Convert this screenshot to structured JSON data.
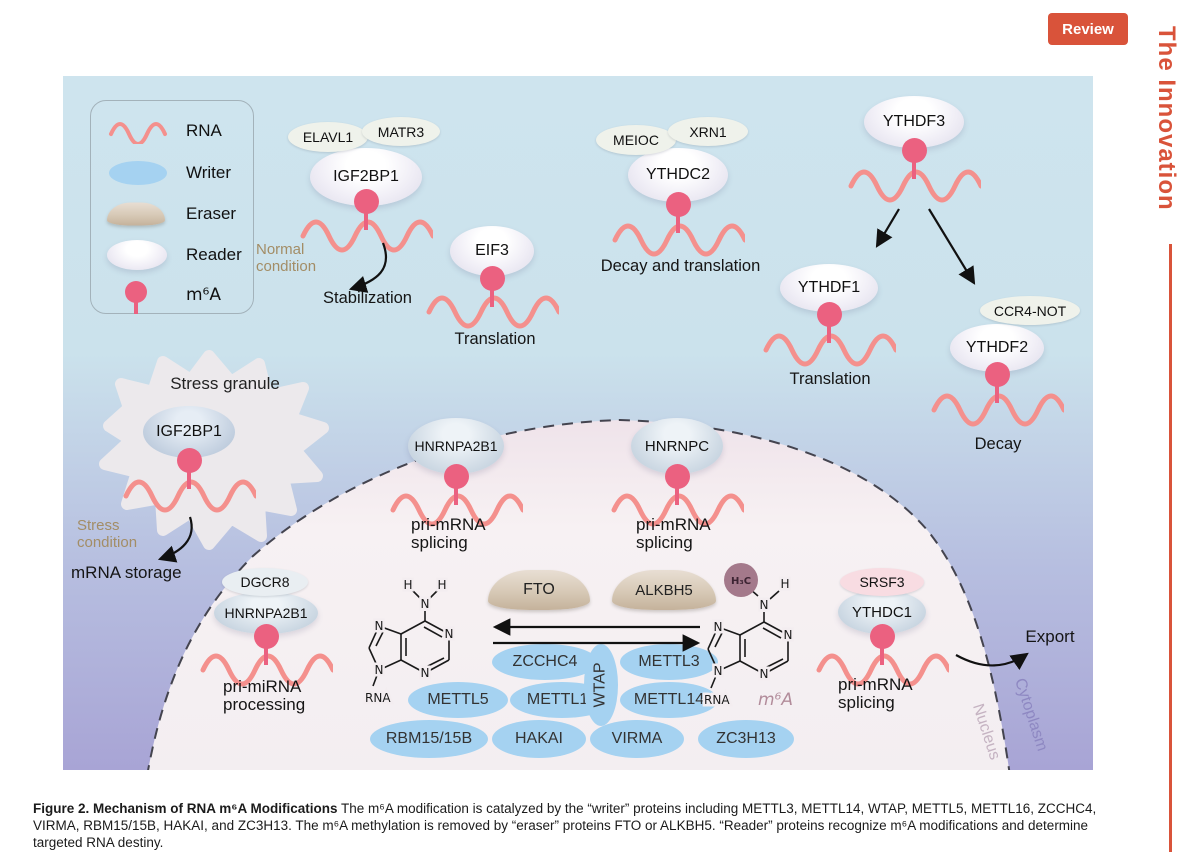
{
  "page": {
    "review_badge": "Review",
    "journal_title": "The Innovation"
  },
  "legend": {
    "items": [
      {
        "label": "RNA"
      },
      {
        "label": "Writer"
      },
      {
        "label": "Eraser"
      },
      {
        "label": "Reader"
      },
      {
        "label": "m⁶A"
      }
    ]
  },
  "units": {
    "igf2bp1_normal": {
      "partner1": "ELAVL1",
      "partner2": "MATR3",
      "reader": "IGF2BP1",
      "condition_line1": "Normal",
      "condition_line2": "condition",
      "outcome": "Stabilization"
    },
    "eif3": {
      "reader": "EIF3",
      "outcome": "Translation"
    },
    "ythdc2": {
      "partner1": "MEIOC",
      "partner2": "XRN1",
      "reader": "YTHDC2",
      "outcome": "Decay and translation"
    },
    "ythdf3": {
      "reader": "YTHDF3"
    },
    "ythdf1": {
      "reader": "YTHDF1",
      "outcome": "Translation"
    },
    "ythdf2": {
      "partner": "CCR4-NOT",
      "reader": "YTHDF2",
      "outcome": "Decay"
    },
    "stress": {
      "title": "Stress granule",
      "reader": "IGF2BP1",
      "condition_line1": "Stress",
      "condition_line2": "condition",
      "outcome": "mRNA storage"
    },
    "dgcr8": {
      "partner": "DGCR8",
      "reader": "HNRNPA2B1",
      "outcome_line1": "pri-miRNA",
      "outcome_line2": "processing"
    },
    "hnrnpa2b1": {
      "reader": "HNRNPA2B1",
      "outcome_line1": "pri-mRNA",
      "outcome_line2": "splicing"
    },
    "hnrnpc": {
      "reader": "HNRNPC",
      "outcome_line1": "pri-mRNA",
      "outcome_line2": "splicing"
    },
    "ythdc1": {
      "partner": "SRSF3",
      "reader": "YTHDC1",
      "outcome_line1": "pri-mRNA",
      "outcome_line2": "splicing",
      "export_label": "Export"
    }
  },
  "compartments": {
    "nucleus": "Nucleus",
    "cytoplasm": "Cytoplasm"
  },
  "erasers": {
    "fto": "FTO",
    "alkbh5": "ALKBH5"
  },
  "writers": {
    "zcchc4": "ZCCHC4",
    "mettl5": "METTL5",
    "mettl16": "METTL16",
    "wtap": "WTAP",
    "mettl3": "METTL3",
    "mettl14": "METTL14",
    "rbm15": "RBM15/15B",
    "hakai": "HAKAI",
    "virma": "VIRMA",
    "zc3h13": "ZC3H13"
  },
  "chem": {
    "n": "N",
    "h": "H",
    "h3c": "H₃C",
    "rna": "RNA",
    "m6a": "m⁶A"
  },
  "caption": {
    "title": "Figure 2. Mechanism of RNA m⁶A Modifications",
    "body": " The m⁶A modification is catalyzed by the “writer” proteins including METTL3, METTL14, WTAP, METTL5, METTL16, ZCCHC4, VIRMA, RBM15/15B, HAKAI, and ZC3H13. The m⁶A methylation is removed by “eraser” proteins FTO or ALKBH5. “Reader” proteins recognize m⁶A modifications and determine targeted RNA destiny."
  },
  "colors": {
    "accent": "#d9533a",
    "rna_pink": "#f4908d",
    "m6a_pink": "#eb6180",
    "writer_blue": "#a5d2f1",
    "eraser_tan": "#d5c6b2"
  }
}
